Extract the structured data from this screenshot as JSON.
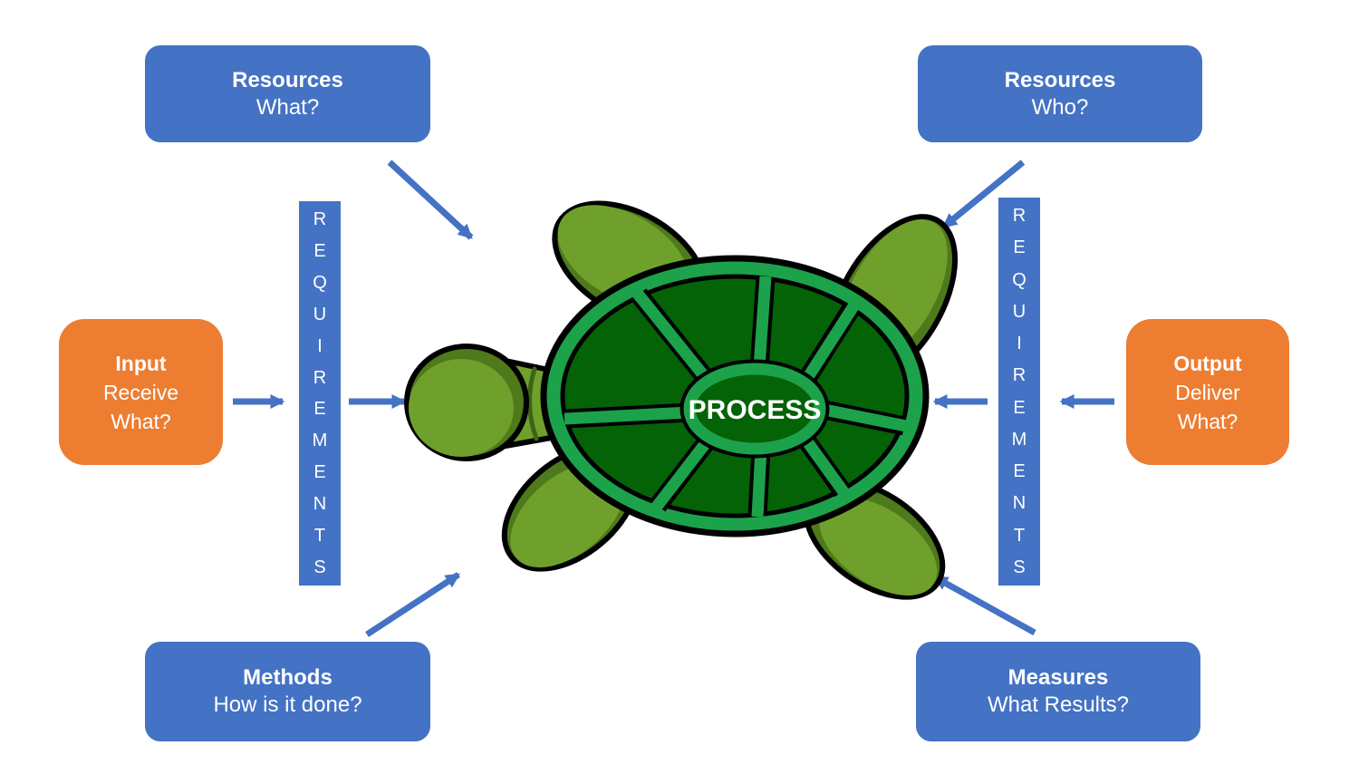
{
  "process_label": "PROCESS",
  "boxes": {
    "resources_what": {
      "title": "Resources",
      "subtitle": "What?"
    },
    "resources_who": {
      "title": "Resources",
      "subtitle": "Who?"
    },
    "input": {
      "title": "Input",
      "line1": "Receive",
      "line2": "What?"
    },
    "output": {
      "title": "Output",
      "line1": "Deliver",
      "line2": "What?"
    },
    "methods": {
      "title": "Methods",
      "subtitle": "How is it done?"
    },
    "measures": {
      "title": "Measures",
      "subtitle": "What Results?"
    }
  },
  "requirements_left": {
    "text": "REQUIREMENTS"
  },
  "requirements_right": {
    "text": "REQUIREMENTS"
  },
  "colors": {
    "box_blue": "#4472C4",
    "box_orange": "#ED7D31",
    "arrow_blue": "#4472C4",
    "text_white": "#FFFFFF",
    "shell_green": "#1CA24A",
    "plate_green": "#046207",
    "limb_green": "#6FA02C",
    "limb_shadow_green": "#4E7A1B",
    "outline_black": "#000000",
    "background": "#FFFFFF"
  }
}
